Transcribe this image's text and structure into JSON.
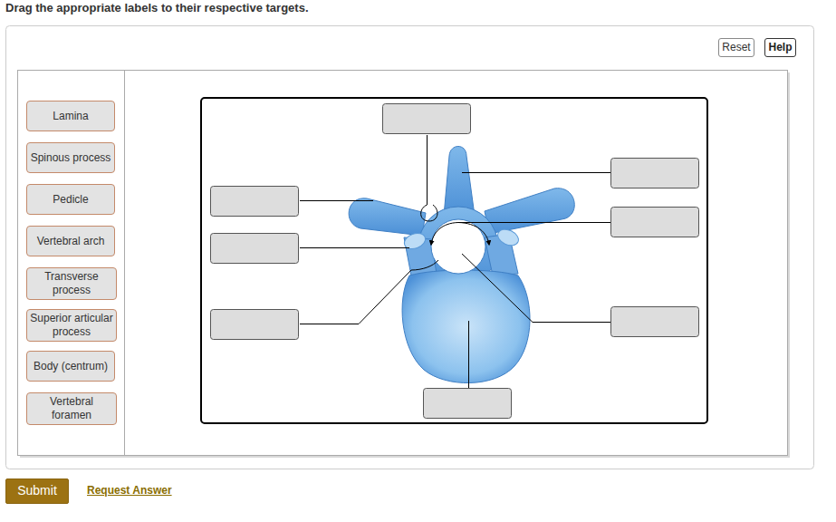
{
  "diagram": {
    "title": "Drag the appropriate labels to their respective targets.",
    "nodes": [
      {
        "text": [
          "Reset"
        ]
      },
      {
        "text": [
          "Help"
        ]
      },
      {
        "text": [
          "Lamina"
        ]
      },
      {
        "text": [
          "Spinous process"
        ]
      },
      {
        "text": [
          "Pedicle"
        ]
      },
      {
        "text": [
          "Vertebral arch"
        ]
      },
      {
        "text": [
          "Transverse process"
        ]
      },
      {
        "text": [
          "Superior articular process"
        ]
      },
      {
        "text": [
          "Body (centrum)"
        ]
      },
      {
        "text": [
          "Vertebral foramen"
        ]
      },
      {
        "text": [
          "Submit"
        ]
      }
    ],
    "labels": [
      "Request Answer"
    ]
  }
}
